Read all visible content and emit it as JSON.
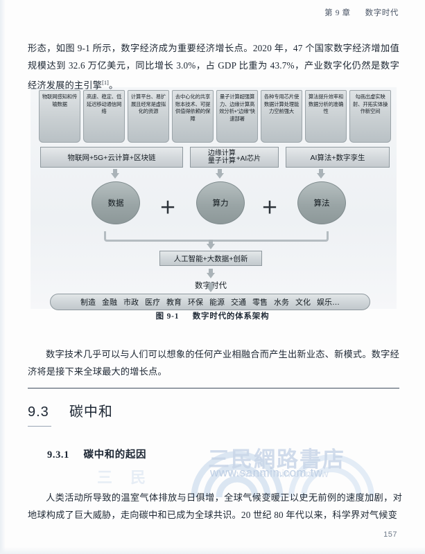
{
  "running_head": {
    "chapter": "第 9 章",
    "title": "数字时代"
  },
  "paragraphs": {
    "top": "形态，如图 9-1 所示，数字经济成为重要经济增长点。2020 年，47 个国家数字经济增加值规模达到 32.6 万亿美元，同比增长 3.0%，占 GDP 比重为 43.7%，产业数字化仍然是数字经济发展的主引擎",
    "top_footnote": "[1]",
    "top_end": "。",
    "middle": "数字技术几乎可以与人们可以想象的任何产业相融合而产生出新业态、新模式。数字经济将是接下来全球最大的增长点。",
    "bottom": "人类活动所导致的温室气体排放与日俱增，全球气候变暖正以史无前例的速度加剧，对地球构成了巨大威胁，走向碳中和已成为全球共识。20 世纪 80 年代以来，科学界对气候变"
  },
  "figure": {
    "caption_number": "图 9-1",
    "caption_title": "数字时代的体系架构",
    "top_boxes": [
      "物联网感知和传输数据",
      "高速、稳定、低延迟移动通信网络",
      "计算平台、易扩展且经常是虚拟化的资源",
      "去中心化的共享账本技术、可提供值得依赖的保障",
      "量子计算超强算力、边缘计算高效分析+“边缘”快速部署",
      "各种专用芯片使数据计算处理能力空前强大",
      "算法提升效率和数据分析的准确性",
      "勾画出虚实映射、开拓实体操作新空间"
    ],
    "mid_boxes": [
      {
        "text": "物联网+5G+云计算+区块链"
      },
      {
        "stacked_top": "边缘计算",
        "stacked_bottom": "量子计算",
        "suffix": "+AI芯片"
      },
      {
        "text": "AI算法+数字孪生"
      }
    ],
    "ellipses": [
      "数据",
      "算力",
      "算法"
    ],
    "plus_symbols": [
      "＋",
      "＋"
    ],
    "ai_box": "人工智能+大数据+创新",
    "era_label": "数字时代",
    "industries": [
      "制造",
      "金融",
      "市政",
      "医疗",
      "教育",
      "环保",
      "能源",
      "交通",
      "零售",
      "水务",
      "文化",
      "娱乐…"
    ]
  },
  "sections": {
    "h1_number": "9.3",
    "h1_title": "碳中和",
    "h2_number": "9.3.1",
    "h2_title": "碳中和的起因"
  },
  "watermark": {
    "brand": "三民網路書店",
    "url": "www.sanmin.com.tw",
    "url_repeat": "www.sanmin.com.tw",
    "brand_faint": "三 民"
  },
  "folio": "157",
  "colors": {
    "ink": "#1d2733",
    "box_fill": "#cbd1d4",
    "ellipse_fill": "#99a4a5",
    "connector": "#aab3b8",
    "watermark": "#c9d6e8"
  }
}
